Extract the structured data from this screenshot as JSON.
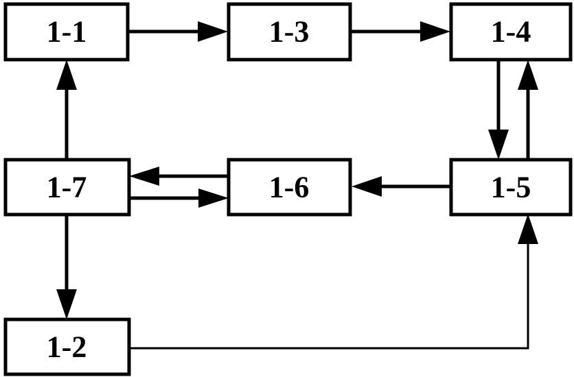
{
  "nodes": [
    {
      "id": "n11",
      "label": "1-1"
    },
    {
      "id": "n13",
      "label": "1-3"
    },
    {
      "id": "n14",
      "label": "1-4"
    },
    {
      "id": "n17",
      "label": "1-7"
    },
    {
      "id": "n16",
      "label": "1-6"
    },
    {
      "id": "n15",
      "label": "1-5"
    },
    {
      "id": "n12",
      "label": "1-2"
    }
  ],
  "edges": [
    {
      "from": "1-1",
      "to": "1-3"
    },
    {
      "from": "1-3",
      "to": "1-4"
    },
    {
      "from": "1-4",
      "to": "1-5"
    },
    {
      "from": "1-5",
      "to": "1-4"
    },
    {
      "from": "1-5",
      "to": "1-6"
    },
    {
      "from": "1-6",
      "to": "1-7"
    },
    {
      "from": "1-7",
      "to": "1-6"
    },
    {
      "from": "1-7",
      "to": "1-1"
    },
    {
      "from": "1-7",
      "to": "1-2"
    },
    {
      "from": "1-2",
      "to": "1-5"
    }
  ],
  "colors": {
    "stroke": "#000000",
    "background": "#ffffff"
  }
}
